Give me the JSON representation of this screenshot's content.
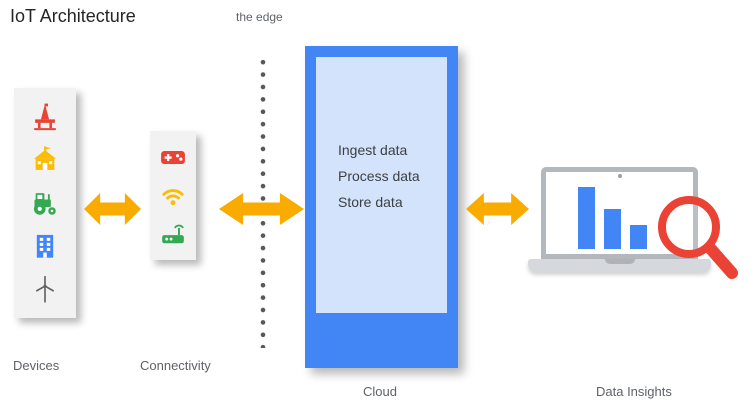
{
  "title": "IoT Architecture",
  "edge": {
    "label": "the edge"
  },
  "devices": {
    "label": "Devices",
    "icons": [
      "oil-platform-icon",
      "school-icon",
      "tractor-icon",
      "office-building-icon",
      "wind-turbine-icon"
    ]
  },
  "connectivity": {
    "label": "Connectivity",
    "icons": [
      "gamepad-icon",
      "wifi-icon",
      "router-icon"
    ]
  },
  "cloud": {
    "label": "Cloud",
    "lines": [
      "Ingest data",
      "Process data",
      "Store data"
    ]
  },
  "data_insights": {
    "label": "Data Insights",
    "icons": [
      "laptop-icon",
      "bar-chart-icon",
      "magnifier-icon"
    ]
  },
  "chart_data": {
    "type": "bar",
    "values": [
      100,
      65,
      38
    ],
    "title": "",
    "xlabel": "",
    "ylabel": "",
    "ylim": [
      0,
      100
    ],
    "legend": false,
    "grid": false
  },
  "colors": {
    "arrow_yellow": "#F9AB00",
    "cloud_blue": "#4285F4",
    "cloud_inner_blue": "#D3E3FC",
    "bar_blue": "#4285F4",
    "magnifier_red": "#EA4335",
    "device_red": "#EA4335",
    "device_yellow": "#FBBC04",
    "device_green": "#34A853",
    "device_blue": "#4285F4",
    "text_gray": "#5F6368",
    "dotted_line_gray": "#56585A"
  }
}
